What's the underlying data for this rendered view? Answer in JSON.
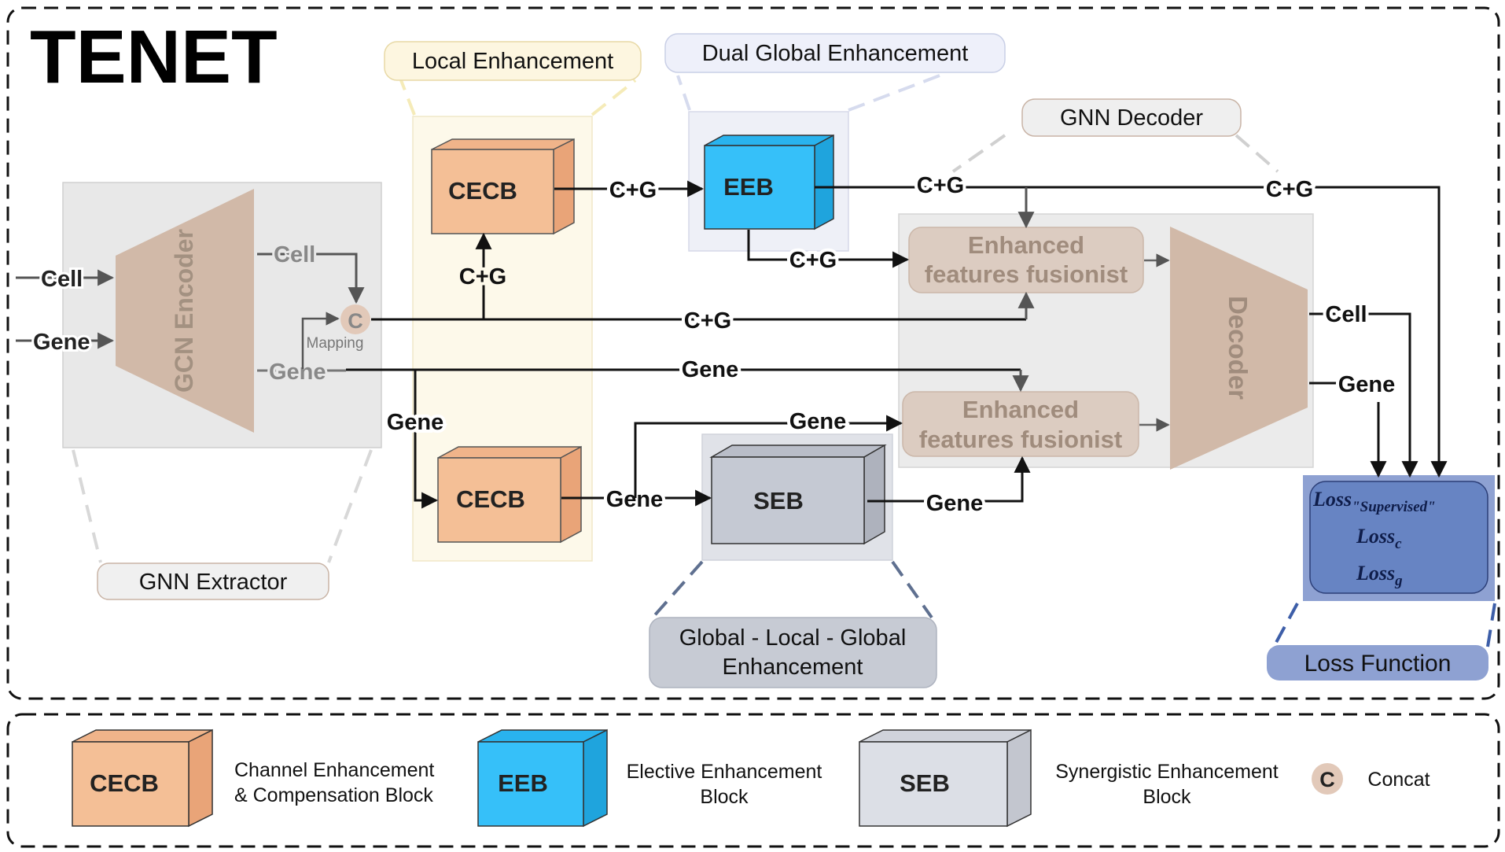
{
  "title": "TENET",
  "sections": {
    "local_enhancement": "Local Enhancement",
    "dual_global_enhancement": "Dual Global Enhancement",
    "gnn_decoder": "GNN Decoder",
    "gnn_extractor": "GNN Extractor",
    "glg_line1": "Global - Local - Global",
    "glg_line2": "Enhancement",
    "loss_function": "Loss Function"
  },
  "extractor": {
    "input_cell": "Cell",
    "input_gene": "Gene",
    "encoder_label": "GCN Encoder",
    "out_cell": "Cell",
    "out_gene": "Gene",
    "concat_symbol": "C",
    "mapping": "Mapping"
  },
  "blocks": {
    "cecb_top": "CECB",
    "cecb_bottom": "CECB",
    "eeb": "EEB",
    "seb": "SEB",
    "fusion_top_line1": "Enhanced",
    "fusion_top_line2": "features fusionist",
    "fusion_bottom_line1": "Enhanced",
    "fusion_bottom_line2": "features fusionist",
    "decoder": "Decoder"
  },
  "edge_labels": {
    "cecb_to_eeb": "C+G",
    "eeb_to_decoder": "C+G",
    "eeb_to_loss": "C+G",
    "eeb_to_fusion": "C+G",
    "concat_to_cecb": "C+G",
    "concat_to_fusion": "C+G",
    "gene_long": "Gene",
    "gene_down": "Gene",
    "gene_to_fusion": "Gene",
    "cecb_to_seb": "Gene",
    "seb_to_fusion": "Gene",
    "decoder_cell": "Cell",
    "decoder_gene": "Gene"
  },
  "loss": {
    "supervised": "Loss",
    "supervised_sub": "\"Supervised\"",
    "cell": "Loss",
    "cell_sub": "c",
    "gene": "Loss",
    "gene_sub": "g"
  },
  "legend": {
    "cecb_box": "CECB",
    "cecb_line1": "Channel Enhancement",
    "cecb_line2": "& Compensation Block",
    "eeb_box": "EEB",
    "eeb_line1": "Elective Enhancement",
    "eeb_line2": "Block",
    "seb_box": "SEB",
    "seb_line1": "Synergistic Enhancement",
    "seb_line2": "Block",
    "concat_symbol": "C",
    "concat_label": "Concat"
  },
  "colors": {
    "cecb_fill": "#f4bf96",
    "eeb_fill": "#36c0f9",
    "seb_fill": "#c5c9d3",
    "encoder_fill": "#d1b9a8",
    "loss_fill": "#6784c3",
    "loss_label_fill": "#8ea1d2"
  }
}
